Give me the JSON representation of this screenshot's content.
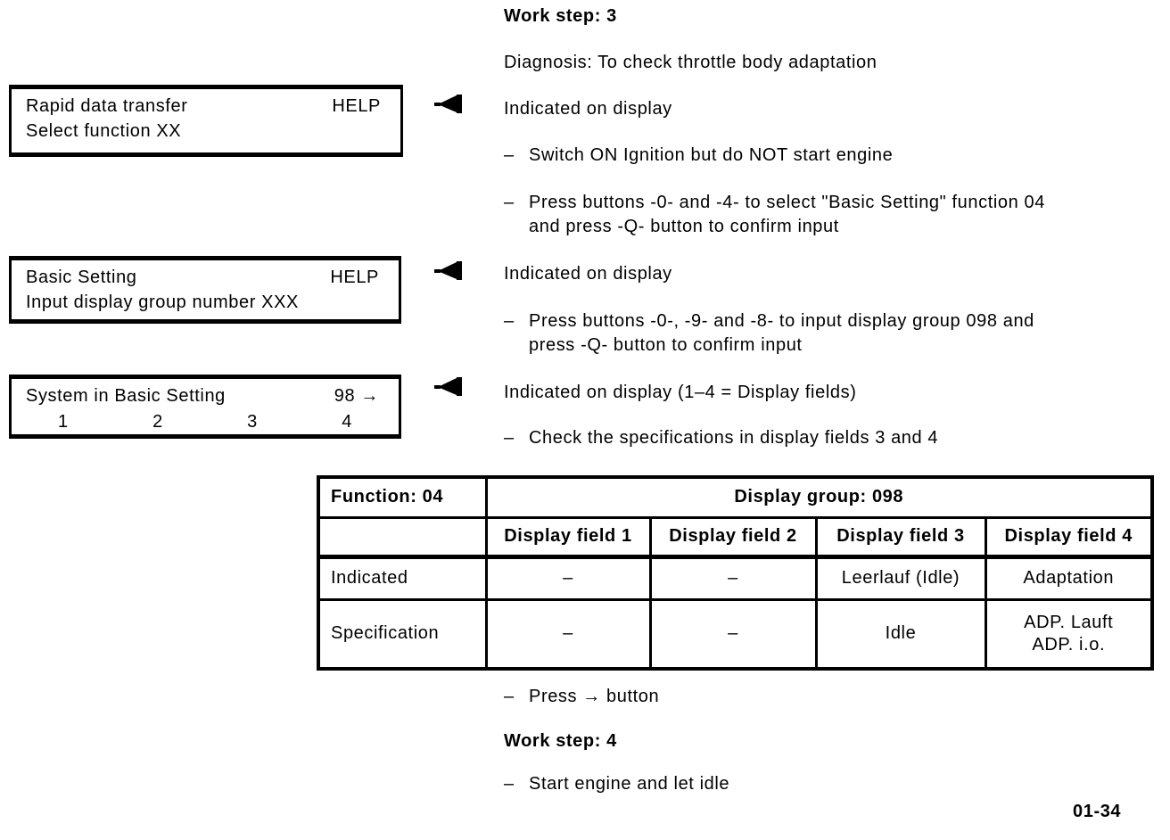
{
  "bullet_dash": "–",
  "page_number": "01-34",
  "displays": [
    {
      "line1": "Rapid data transfer",
      "corner": "HELP",
      "line2": "Select function XX"
    },
    {
      "line1": "Basic Setting",
      "corner": "HELP",
      "line2": "Input display group number XXX"
    },
    {
      "line1": "System in Basic Setting",
      "corner": "98 →",
      "fields": [
        "1",
        "2",
        "3",
        "4"
      ]
    }
  ],
  "right_column": {
    "work_step_3": "Work step: 3",
    "diagnosis": "Diagnosis: To check throttle body adaptation",
    "indicated_1": "Indicated on display",
    "bullet_ignition": "Switch ON Ignition but do NOT start engine",
    "bullet_select_line1": "Press buttons -0- and -4- to select \"Basic Setting\" function 04",
    "bullet_select_line2": "and press -Q- button to confirm input",
    "indicated_2": "Indicated on display",
    "bullet_group_line1": "Press buttons -0-, -9- and -8- to input display group 098 and",
    "bullet_group_line2": "press -Q- button to confirm input",
    "indicated_3": "Indicated on display (1–4 = Display fields)",
    "bullet_check": "Check the specifications in display fields 3 and 4",
    "bullet_press_arrow": "Press → button",
    "work_step_4": "Work step: 4",
    "bullet_start_engine": "Start engine and let idle"
  },
  "table": {
    "function_label": "Function: 04",
    "group_label": "Display group: 098",
    "col_headers": [
      "Display field 1",
      "Display field 2",
      "Display field 3",
      "Display field 4"
    ],
    "row_indicated": {
      "label": "Indicated",
      "values": [
        "–",
        "–",
        "Leerlauf (Idle)",
        "Adaptation"
      ]
    },
    "row_specification": {
      "label": "Specification",
      "values": [
        "–",
        "–",
        "Idle",
        "ADP. Lauft\nADP. i.o."
      ]
    }
  }
}
